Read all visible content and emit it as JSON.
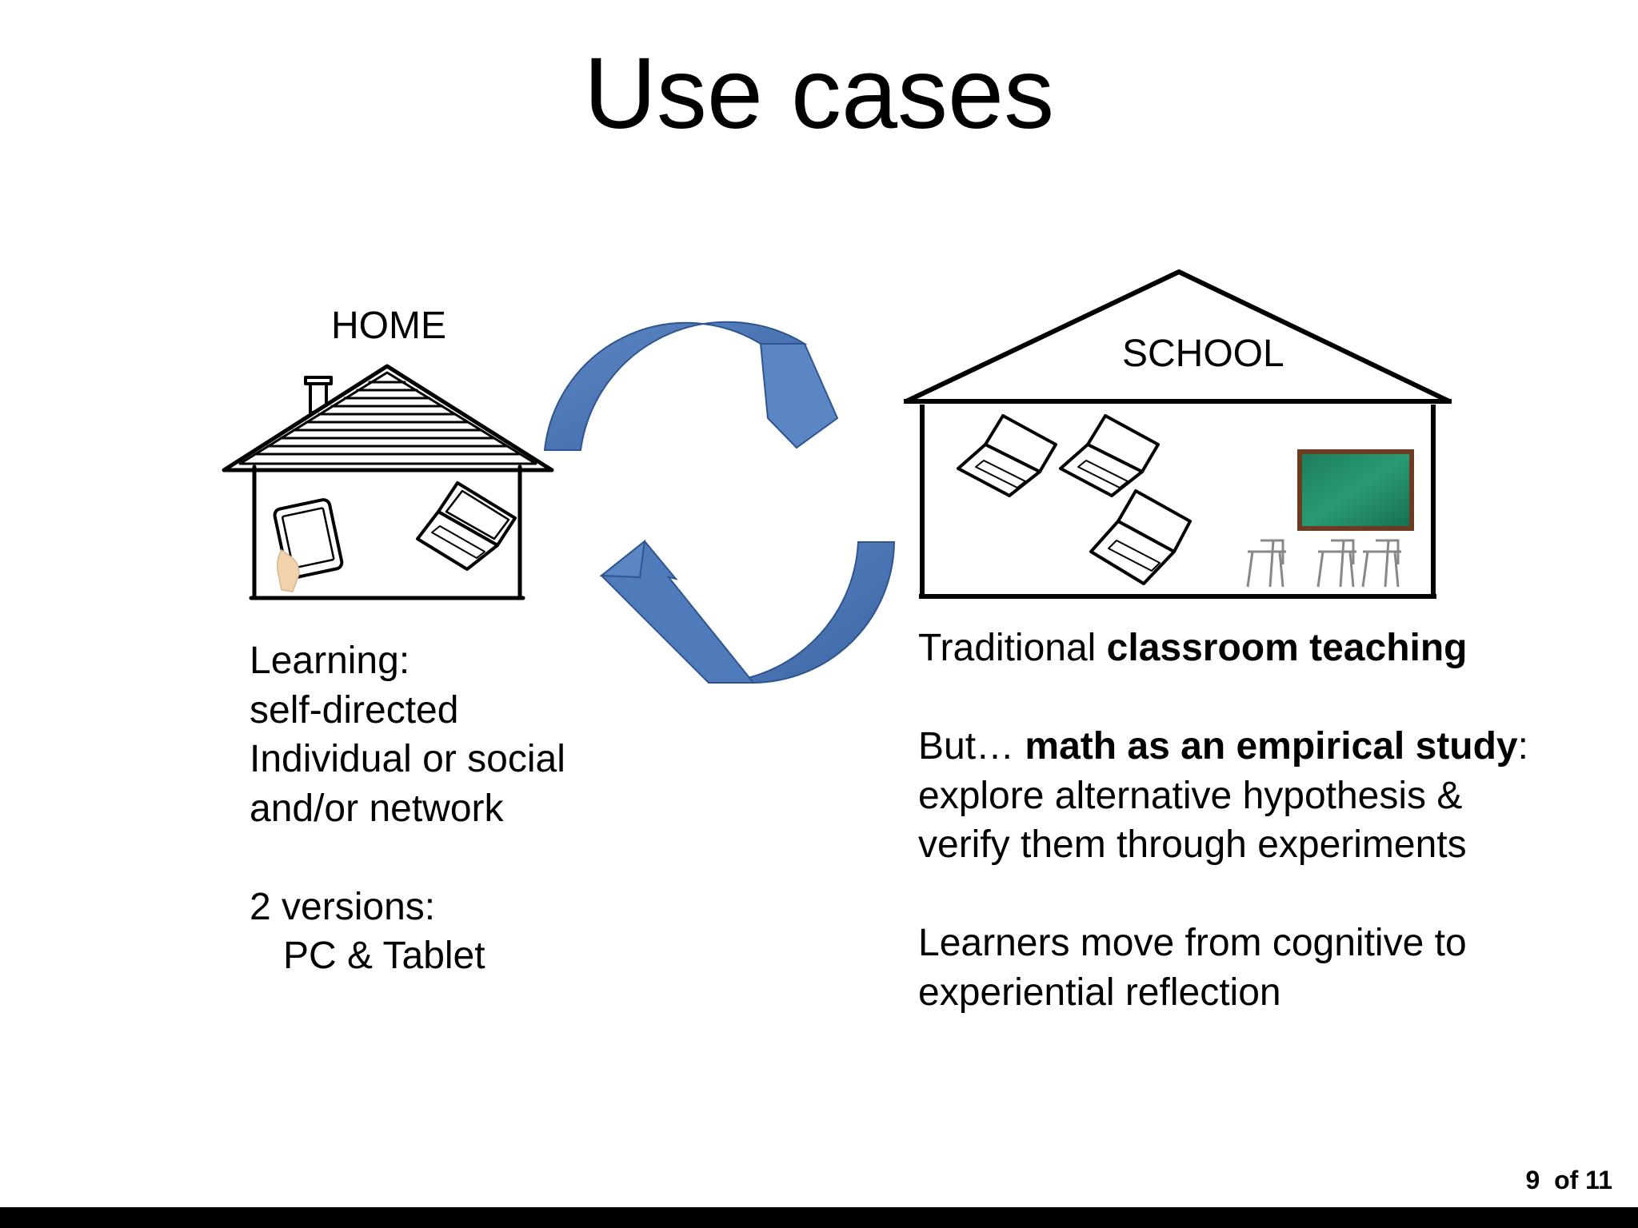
{
  "slide": {
    "title": "Use cases",
    "page_number": "9",
    "page_of": "of 11"
  },
  "home": {
    "label": "HOME",
    "lines": [
      "Learning:",
      "self-directed",
      "Individual or social",
      "and/or network",
      "",
      "2 versions:",
      "PC & Tablet"
    ]
  },
  "school": {
    "label": "SCHOOL",
    "p1_normal": "Traditional ",
    "p1_bold": "classroom teaching",
    "p2_normal": "But… ",
    "p2_bold": "math as an empirical study",
    "p2_colon": ":",
    "p2_line2": "explore alternative hypothesis &",
    "p2_line3": "verify them through experiments",
    "p3_line1": "Learners move from cognitive to",
    "p3_line2": "experiential reflection"
  },
  "colors": {
    "arrow": "#4a74b0",
    "arrow_dark": "#2f5590",
    "board": "#1f8a66",
    "board_frame": "#6b3b22"
  },
  "icons": [
    "house-icon",
    "school-icon",
    "cycle-arrow-icon",
    "laptop-icon",
    "tablet-icon",
    "chalkboard-icon",
    "desk-icon"
  ]
}
